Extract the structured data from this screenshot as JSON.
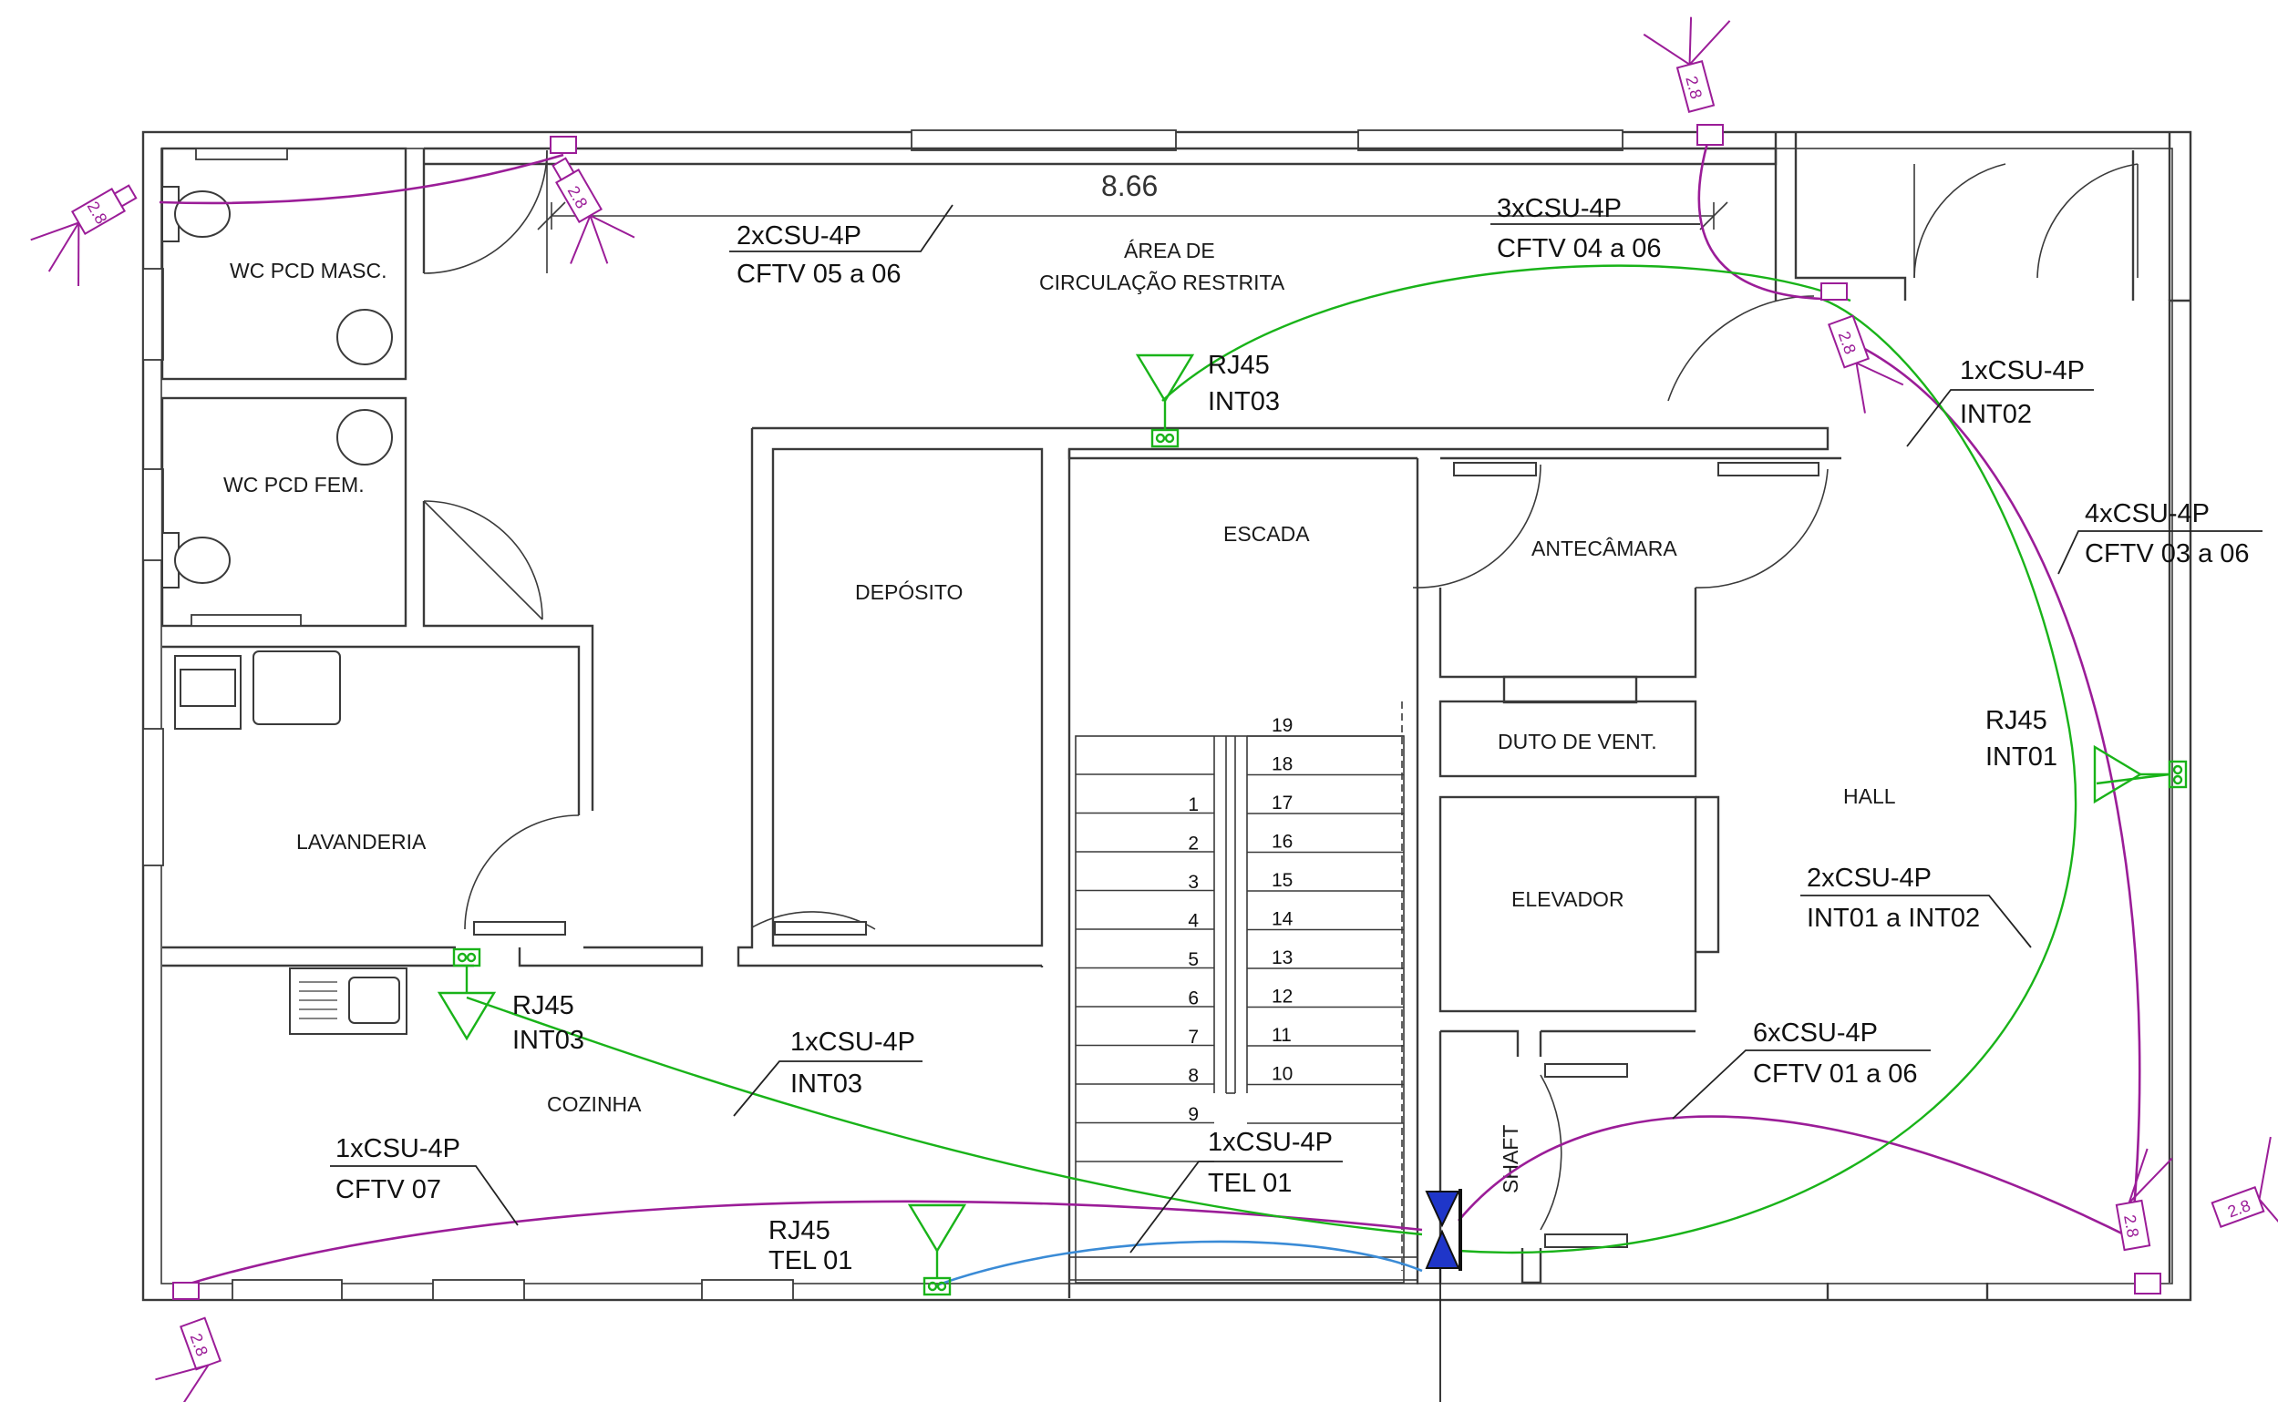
{
  "colors": {
    "wall": "#3a3a3a",
    "cftv_cable": "#9b1d98",
    "data_cable": "#19b319",
    "tel_cable": "#3a8bd6",
    "rack": "#1f36c9"
  },
  "dimension": "8.66",
  "rooms": {
    "wc_masc": "WC PCD MASC.",
    "wc_fem": "WC PCD FEM.",
    "lavanderia": "LAVANDERIA",
    "cozinha": "COZINHA",
    "deposito": "DEPÓSITO",
    "escada": "ESCADA",
    "antecamara": "ANTECÂMARA",
    "duto": "DUTO DE VENT.",
    "elevador": "ELEVADOR",
    "shaft": "SHAFT",
    "hall": "HALL",
    "area_line1": "ÁREA DE",
    "area_line2": "CIRCULAÇÃO RESTRITA"
  },
  "points": {
    "rj45_int03_top": {
      "line1": "RJ45",
      "line2": "INT03"
    },
    "rj45_int01": {
      "line1": "RJ45",
      "line2": "INT01"
    },
    "rj45_int03_kitchen": {
      "line1": "RJ45",
      "line2": "INT03"
    },
    "rj45_tel01": {
      "line1": "RJ45",
      "line2": "TEL 01"
    }
  },
  "cable_labels": {
    "cftv_05_06": {
      "cable": "2xCSU-4P",
      "ref": "CFTV 05 a 06"
    },
    "cftv_04_06": {
      "cable": "3xCSU-4P",
      "ref": "CFTV 04 a 06"
    },
    "int02": {
      "cable": "1xCSU-4P",
      "ref": "INT02"
    },
    "cftv_03_06": {
      "cable": "4xCSU-4P",
      "ref": "CFTV 03 a 06"
    },
    "int01_02": {
      "cable": "2xCSU-4P",
      "ref": "INT01 a INT02"
    },
    "cftv_01_06": {
      "cable": "6xCSU-4P",
      "ref": "CFTV 01 a 06"
    },
    "int03": {
      "cable": "1xCSU-4P",
      "ref": "INT03"
    },
    "cftv_07": {
      "cable": "1xCSU-4P",
      "ref": "CFTV 07"
    },
    "tel01": {
      "cable": "1xCSU-4P",
      "ref": "TEL 01"
    }
  },
  "camera_label": "2.8",
  "stair_steps_left": [
    "1",
    "2",
    "3",
    "4",
    "5",
    "6",
    "7",
    "8",
    "9"
  ],
  "stair_steps_right": [
    "19",
    "18",
    "17",
    "16",
    "15",
    "14",
    "13",
    "12",
    "11",
    "10"
  ]
}
